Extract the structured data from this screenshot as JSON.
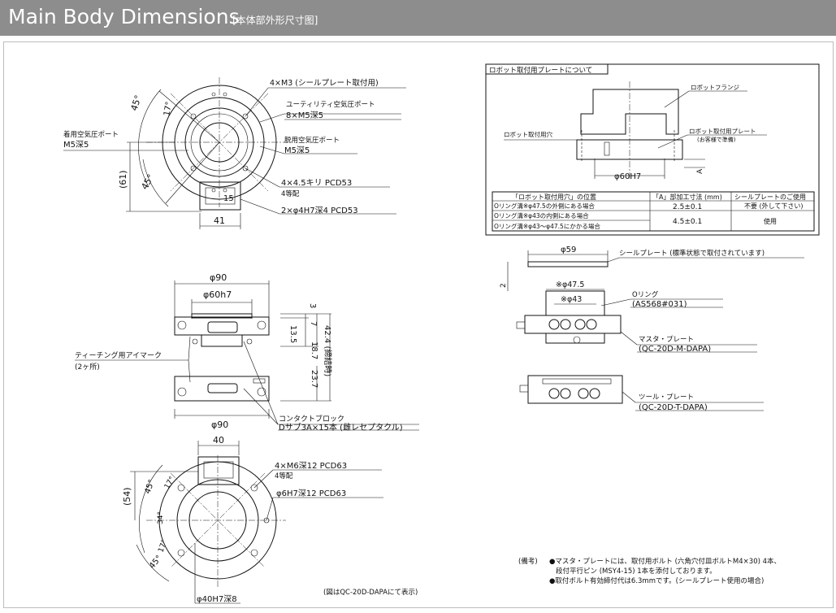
{
  "header": {
    "title": "Main Body Dimensions",
    "subtitle": "[本体部外形尺寸图]"
  },
  "top_view": {
    "note_a": "4×M3 (シールプレート取付用)",
    "note_b1": "ユーティリティ空気圧ポート",
    "note_b2": "8×M5深5",
    "note_c1": "着用空気圧ポート",
    "note_c2": "M5深5",
    "note_d1": "脱用空気圧ポート",
    "note_d2": "M5深5",
    "note_e1": "4×4.5キリ PCD53",
    "note_e2": "4等配",
    "note_f": "2×φ4H7深4 PCD53",
    "dim_45a": "45°",
    "dim_45b": "45°",
    "dim_17": "17°",
    "dim_61": "(61)",
    "dim_15": "15",
    "dim_41": "41"
  },
  "side_view": {
    "d90_top": "φ90",
    "d60h7": "φ60h7",
    "d3": "3",
    "d7": "7",
    "d135": "13.5",
    "d187": "18.7",
    "d237": "23.7",
    "d424": "42.4 (締結時)",
    "d90_bot": "φ90",
    "mark1": "ティーチング用アイマーク",
    "mark2": "(2ヶ所)",
    "block1": "コンタクトブロック",
    "block2": "Dサブ3A×15本 (雌レセプタクル)"
  },
  "bottom_view": {
    "d40": "40",
    "n1a": "4×M6深12 PCD63",
    "n1b": "4等配",
    "n2": "φ6H7深12 PCD63",
    "d54": "(54)",
    "d45a": "45°",
    "d45b": "45°",
    "d17a": "17°",
    "d17b": "17°",
    "d34": "34°",
    "d40h7": "φ40H7深8"
  },
  "robot_plate": {
    "title": "ロボット取付用プレートについて",
    "flange": "ロボットフランジ",
    "hole": "ロボット取付用穴",
    "plate1": "ロボット取付用プレート",
    "plate2": "(お客様で準備)",
    "d60": "φ60H7",
    "dA": "A",
    "table": {
      "headers": [
        "「ロボット取付用穴」の位置",
        "「A」部加工寸法 (mm)",
        "シールプレートのご使用"
      ],
      "rows": [
        [
          "Oリング溝※φ47.5の外側にある場合",
          "2.5±0.1",
          "不要 (外して下さい)"
        ],
        [
          "Oリング溝※φ43の内側にある場合",
          "4.5±0.1",
          "使用"
        ],
        [
          "Oリング溝※φ43～φ47.5にかかる場合",
          "",
          ""
        ]
      ]
    }
  },
  "seal_plate": {
    "d59": "φ59",
    "label": "シールプレート (標準状態で取付されています)",
    "d2": "2",
    "d475": "※φ47.5",
    "d43": "※φ43",
    "oring1": "Oリング",
    "oring2": "(AS568#031)",
    "master1": "マスタ・プレート",
    "master2": "(QC-20D-M-DAPA)",
    "tool1": "ツール・プレート",
    "tool2": "(QC-20D-T-DAPA)"
  },
  "notes": {
    "label": "(備考)",
    "line1": "●マスタ・プレートには、取付用ボルト (六角穴付皿ボルトM4×30) 4本、",
    "line2": "段付平行ピン (MSY4-15) 1本を添付しております。",
    "line3": "●取付ボルト有効締付代は6.3mmです。(シールプレート使用の場合)"
  },
  "footer": "(図はQC-20D-DAPAにて表示)"
}
